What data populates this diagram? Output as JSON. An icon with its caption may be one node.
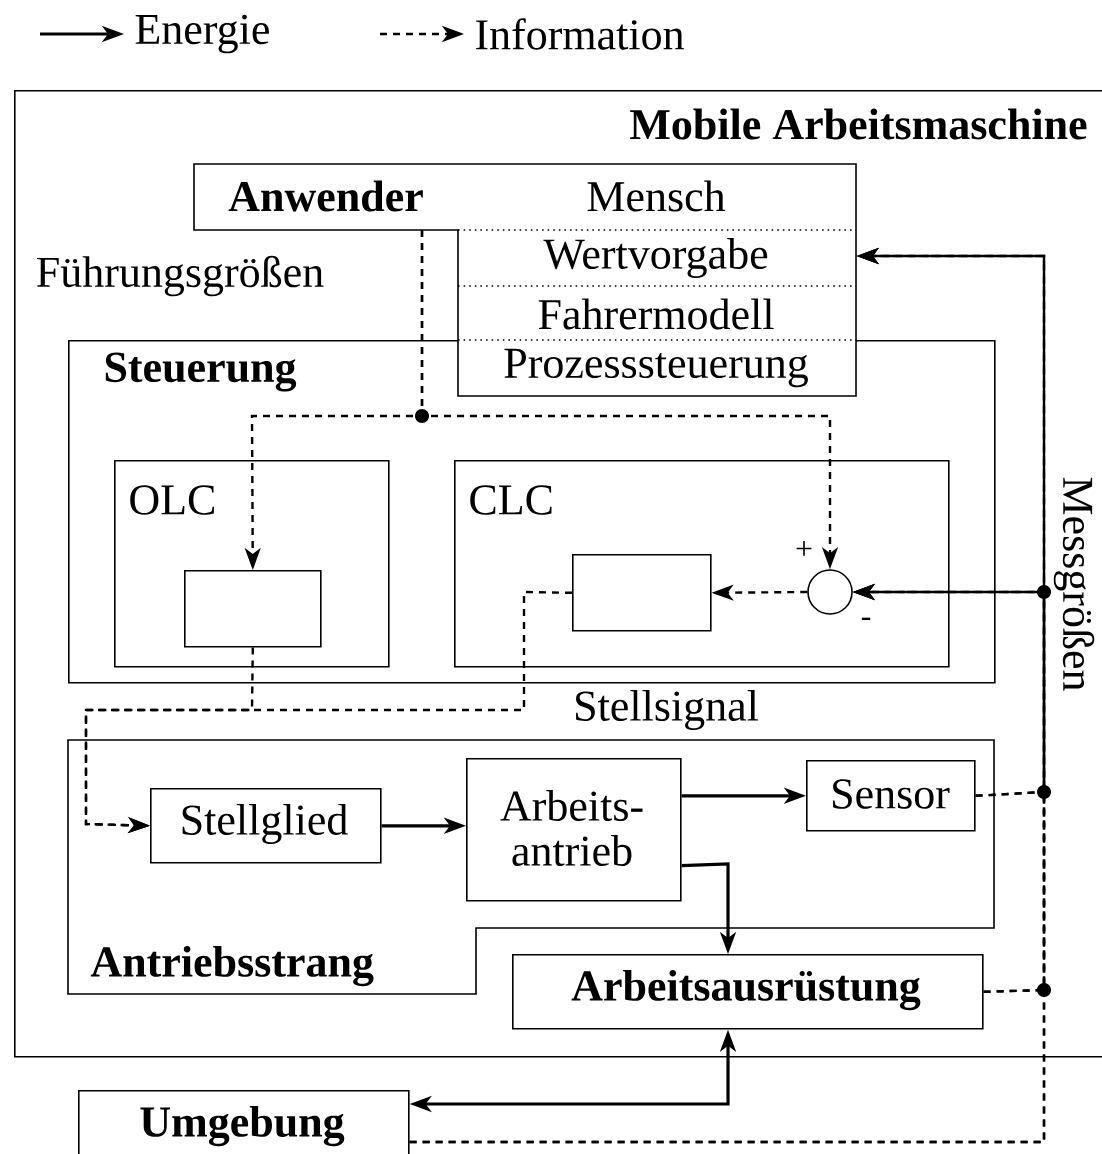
{
  "diagram": {
    "nodes": [
      {
        "text": [
          "Mobile Arbeitsmaschine"
        ]
      },
      {
        "text": [
          "Anwender",
          "Mensch",
          "Wertvorgabe",
          "Fahrermodell",
          "Prozesssteuerung"
        ],
        "in": 0
      },
      {
        "text": [
          "Steuerung"
        ],
        "in": 0
      },
      {
        "text": [
          "OLC"
        ],
        "in": 2
      },
      {
        "text": [],
        "shape": "box",
        "in": 3
      },
      {
        "text": [
          "CLC"
        ],
        "in": 2
      },
      {
        "text": [],
        "shape": "box",
        "in": 5
      },
      {
        "text": [],
        "shape": "circle",
        "in": 5
      },
      {
        "text": [
          "Antriebsstrang"
        ],
        "in": 0
      },
      {
        "text": [
          "Stellglied"
        ],
        "in": 8
      },
      {
        "text": [
          "Arbeits- antrieb"
        ],
        "in": 8
      },
      {
        "text": [
          "Sensor"
        ],
        "in": 8
      },
      {
        "text": [
          "Arbeitsausrüstung"
        ],
        "in": 0
      },
      {
        "text": [
          "Umgebung"
        ]
      }
    ],
    "edges": [
      {
        "from": 1,
        "to": 4,
        "arrow": "to",
        "style": "dashed"
      },
      {
        "from": 1,
        "to": 7,
        "arrow": "to",
        "style": "dashed"
      },
      {
        "from": 7,
        "to": 6,
        "arrow": "to",
        "style": "dashed"
      },
      {
        "from": 4,
        "to": 9,
        "arrow": "to",
        "style": "dashed"
      },
      {
        "from": 6,
        "to": 9,
        "arrow": "to",
        "style": "dashed"
      },
      {
        "from": 9,
        "to": 10,
        "arrow": "to"
      },
      {
        "from": 10,
        "to": 11,
        "arrow": "to"
      },
      {
        "from": 10,
        "to": 12,
        "arrow": "to"
      },
      {
        "from": 12,
        "to": 13,
        "arrow": "both"
      },
      {
        "from": 11,
        "to": 1,
        "arrow": "to",
        "style": "dashed"
      },
      {
        "from": 11,
        "to": 7,
        "arrow": "to",
        "style": "dashed"
      },
      {
        "from": 12,
        "to": 1,
        "arrow": "to",
        "style": "dashed"
      },
      {
        "from": 12,
        "to": 7,
        "arrow": "to",
        "style": "dashed"
      },
      {
        "from": 13,
        "to": 1,
        "arrow": "to",
        "style": "dashed"
      },
      {
        "from": 13,
        "to": 7,
        "arrow": "to",
        "style": "dashed"
      }
    ],
    "labels": [
      "Führungsgrößen",
      "+",
      "-",
      "Stellsignal",
      "Messgrößen"
    ],
    "legend": [
      {
        "text": "Energie"
      },
      {
        "text": "Information"
      }
    ]
  }
}
